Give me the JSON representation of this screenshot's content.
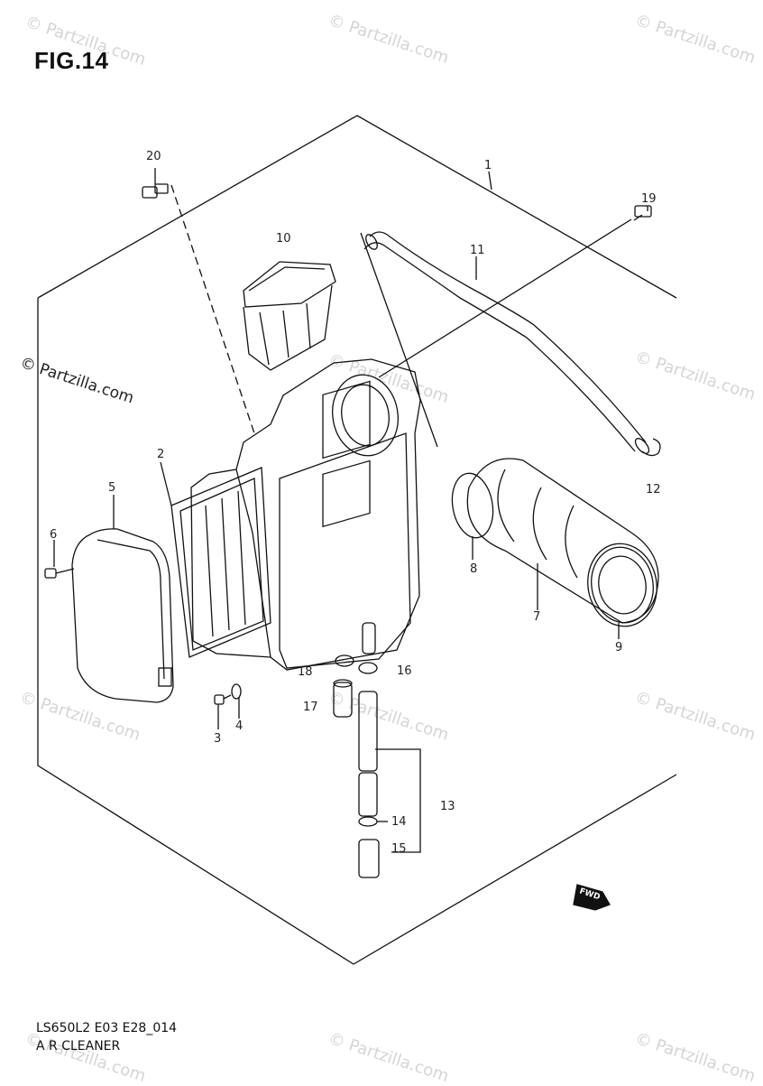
{
  "figure": {
    "title": "FIG.14"
  },
  "watermark": {
    "text": "© Partzilla.com",
    "color": "#d4d4d4"
  },
  "callouts": [
    {
      "key": "c1",
      "text": "1"
    },
    {
      "key": "c2",
      "text": "2"
    },
    {
      "key": "c3",
      "text": "3"
    },
    {
      "key": "c4",
      "text": "4"
    },
    {
      "key": "c5",
      "text": "5"
    },
    {
      "key": "c6",
      "text": "6"
    },
    {
      "key": "c7",
      "text": "7"
    },
    {
      "key": "c8",
      "text": "8"
    },
    {
      "key": "c9",
      "text": "9"
    },
    {
      "key": "c10",
      "text": "10"
    },
    {
      "key": "c11",
      "text": "11"
    },
    {
      "key": "c12",
      "text": "12"
    },
    {
      "key": "c13",
      "text": "13"
    },
    {
      "key": "c14",
      "text": "14"
    },
    {
      "key": "c15",
      "text": "15"
    },
    {
      "key": "c16",
      "text": "16"
    },
    {
      "key": "c17",
      "text": "17"
    },
    {
      "key": "c18",
      "text": "18"
    },
    {
      "key": "c19",
      "text": "19"
    },
    {
      "key": "c20",
      "text": "20"
    }
  ],
  "direction_badge": {
    "text": "FWD"
  },
  "footer": {
    "code": "LS650L2 E03 E28_014",
    "title": "A R CLEANER"
  }
}
